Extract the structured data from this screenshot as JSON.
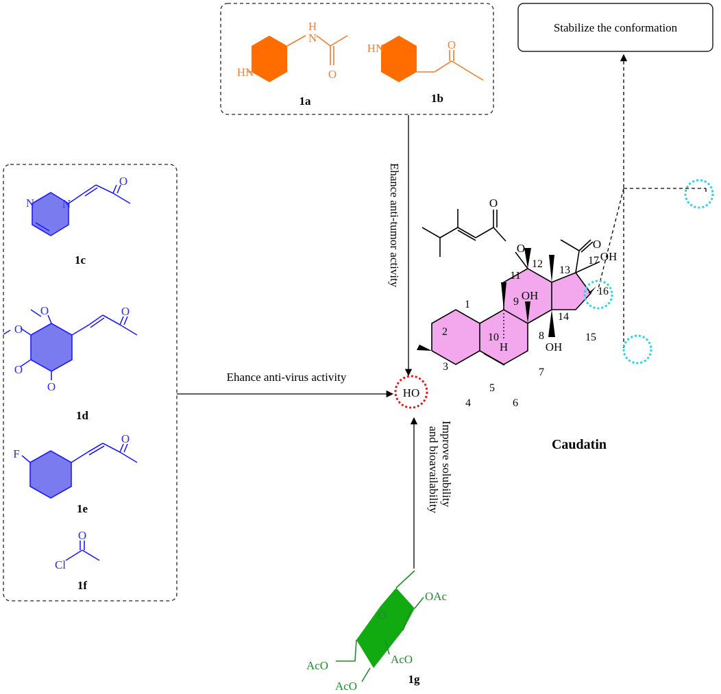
{
  "colors": {
    "orange": "#f07b2a",
    "orange_ring": "#ff6d00",
    "blue": "#1a1aff",
    "blue_fill": "#7b7bf0",
    "green": "#1f8a2c",
    "green_fill": "#11aa11",
    "pink_fill": "#f3a8ee",
    "cyan": "#27d3e6",
    "red": "#e11b1b"
  },
  "boxes": {
    "stabilize": "Stabilize the conformation"
  },
  "arrows": {
    "anti_tumor": "Ehance anti-tumor activity",
    "anti_virus": "Ehance anti-virus activity",
    "solubility_line1": "Improve solubility",
    "solubility_line2": "and bioavailability"
  },
  "compounds": {
    "c1a": "1a",
    "c1b": "1b",
    "c1c": "1c",
    "c1d": "1d",
    "c1e": "1e",
    "c1f": "1f",
    "c1g": "1g",
    "caudatin": "Caudatin"
  },
  "atoms": {
    "H": "H",
    "N": "N",
    "O": "O",
    "HN": "HN",
    "F": "F",
    "Cl": "Cl",
    "OH": "OH",
    "HO": "HO",
    "OAc": "OAc",
    "AcO": "AcO"
  },
  "numbering": [
    "1",
    "2",
    "3",
    "4",
    "5",
    "6",
    "7",
    "8",
    "9",
    "10",
    "11",
    "12",
    "13",
    "14",
    "15",
    "16",
    "17"
  ]
}
